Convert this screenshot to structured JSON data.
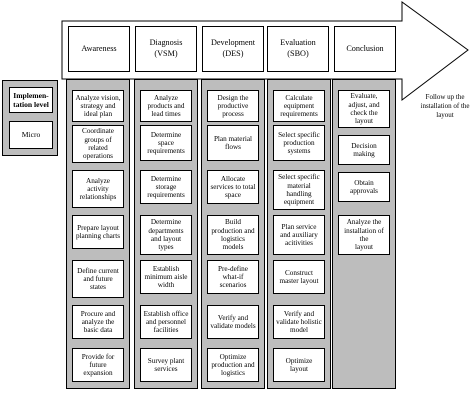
{
  "colors": {
    "panel_fill": "#bdbdbd",
    "arrow_fill": "#ffffff",
    "box_fill": "#ffffff",
    "stroke": "#000000"
  },
  "phases": [
    {
      "label": "Awareness"
    },
    {
      "label": "Diagnosis\n(VSM)"
    },
    {
      "label": "Development\n(DES)"
    },
    {
      "label": "Evaluation\n(SBO)"
    },
    {
      "label": "Conclusion"
    }
  ],
  "follow_up": "Follow up the installation of the layout",
  "implementation": {
    "level_label": "Implemen-\ntation level",
    "micro_label": "Micro"
  },
  "columns": [
    {
      "steps": [
        "Analyze vision,\nstrategy and\nideal plan",
        "Coordinate\ngroups of\nrelated\noperations",
        "Analyze\nactivity\nrelationships",
        "Prepare layout\nplanning charts",
        "Define current\nand future\nstates",
        "Procure and\nanalyze the\nbasic data",
        "Provide for\nfuture\nexpansion"
      ]
    },
    {
      "steps": [
        "Analyze\nproducts and\nlead times",
        "Determine\nspace\nrequirements",
        "Determine\nstorage\nrequirements",
        "Determine\ndepartments\nand layout\ntypes",
        "Establish\nminimum aisle\nwidth",
        "Establish office\nand personnel\nfacilities",
        "Survey plant\nservices"
      ]
    },
    {
      "steps": [
        "Design the\nproductive\nprocess",
        "Plan material\nflows",
        "Allocate\nservices to total\nspace",
        "Build\nproduction and\nlogistics\nmodels",
        "Pre-define\nwhat-if\nscenarios",
        "Verify and\nvalidate models",
        "Optimize\nproduction and\nlogistics"
      ]
    },
    {
      "steps": [
        "Calculate\nequipment\nrequirements",
        "Select specific\nproduction\nsystems",
        "Select specific\nmaterial\nhandling\nequipment",
        "Plan service\nand auxiliary\nacitivities",
        "Construct\nmaster layout",
        "Verify and\nvalidate holistic\nmodel",
        "Optimize\nlayout"
      ]
    },
    {
      "steps": [
        "Evaluate,\nadjust, and\ncheck the\nlayout",
        "Decision\nmaking",
        "Obtain\napprovals",
        "Analyze the\ninstallation of the\nlayout"
      ]
    }
  ]
}
